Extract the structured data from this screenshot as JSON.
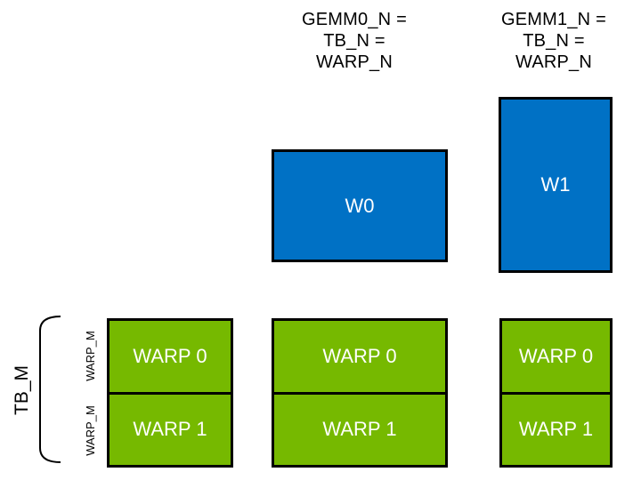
{
  "colors": {
    "blue": "#0071C5",
    "green": "#76B900",
    "outline": "#000000",
    "label_light": "#FFFFFF",
    "label_dark": "#000000"
  },
  "column_headers": [
    {
      "lines": [
        "GEMM0_N =",
        "TB_N =",
        "WARP_N"
      ]
    },
    {
      "lines": [
        "GEMM1_N =",
        "TB_N =",
        "WARP_N"
      ]
    }
  ],
  "accumulator_tiles": [
    {
      "label": "W0"
    },
    {
      "label": "W1"
    }
  ],
  "warp_tile_columns": [
    {
      "cells": [
        "WARP 0",
        "WARP 1"
      ]
    },
    {
      "cells": [
        "WARP 0",
        "WARP 1"
      ]
    },
    {
      "cells": [
        "WARP 0",
        "WARP 1"
      ]
    }
  ],
  "left_annotations": {
    "bracket_label": "TB_M",
    "row_labels": [
      "WARP_M",
      "WARP_M"
    ]
  }
}
